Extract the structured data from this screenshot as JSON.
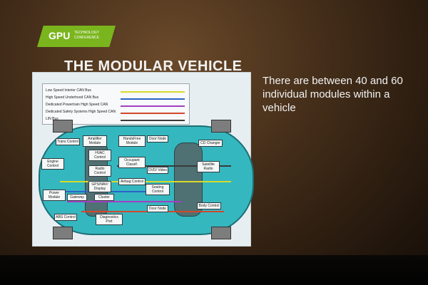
{
  "logo": {
    "main": "GPU",
    "sub": "TECHNOLOGY CONFERENCE"
  },
  "slide": {
    "title": "THE MODULAR VEHICLE",
    "text": "There are between 40 and 60 individual modules within a vehicle"
  },
  "legend": [
    {
      "label": "Low Speed Interior CAN Bus",
      "color": "#d7db2b"
    },
    {
      "label": "High Speed Underhood CAN Bus",
      "color": "#2b63c9"
    },
    {
      "label": "Dedicated Powertrain High Speed CAN",
      "color": "#a23fc4"
    },
    {
      "label": "Dedicated Safety Systems High Speed CAN",
      "color": "#d3472b"
    },
    {
      "label": "LIN Bus",
      "color": "#3b3b3b"
    }
  ],
  "modules": [
    {
      "id": "trans",
      "label": "Trans Control"
    },
    {
      "id": "amplifier",
      "label": "Amplifier Module"
    },
    {
      "id": "handsfree",
      "label": "HandsFree Module"
    },
    {
      "id": "door_front",
      "label": "Door Node"
    },
    {
      "id": "cd",
      "label": "CD Changer"
    },
    {
      "id": "hvac",
      "label": "HVAC Control"
    },
    {
      "id": "engine",
      "label": "Engine Control"
    },
    {
      "id": "radio",
      "label": "Radio Control"
    },
    {
      "id": "occupant",
      "label": "Occupant Classif."
    },
    {
      "id": "dvd",
      "label": "DVD/ Video"
    },
    {
      "id": "satellite",
      "label": "Satellite Radio"
    },
    {
      "id": "gps",
      "label": "GPS/NAV/ Display"
    },
    {
      "id": "airbag",
      "label": "Airbag Control"
    },
    {
      "id": "power",
      "label": "Power Module"
    },
    {
      "id": "seating",
      "label": "Seating Control"
    },
    {
      "id": "gateway",
      "label": "Gateway"
    },
    {
      "id": "cluster",
      "label": "Cluster"
    },
    {
      "id": "body",
      "label": "Body Control"
    },
    {
      "id": "door_rear",
      "label": "Door Node"
    },
    {
      "id": "abs",
      "label": "ABS Control"
    },
    {
      "id": "diagnostics",
      "label": "Diagnostics Port"
    }
  ]
}
